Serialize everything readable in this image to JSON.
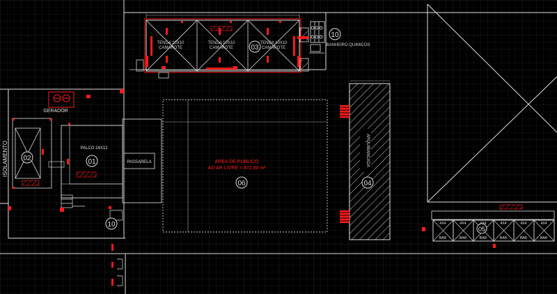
{
  "labels": {
    "tenda_left_1": "TENDA 10X10",
    "tenda_left_2": "CAMAROTE",
    "tenda_mid_1": "TENDA 10X10",
    "tenda_mid_2": "CAMAROTE",
    "tenda_right_1": "TENDA 10X10",
    "tenda_right_2": "CAMAROTE",
    "banheiro": "BANHEIRO QUIMICOS",
    "gerador": "GERADOR",
    "palco": "PALCO 14X12",
    "passarela": "PASSARELA",
    "isolamento": "ISOLAMENTO",
    "arquibancada": "ARQUIBANCADA",
    "area_1": "AREA DE PUBLICO",
    "area_2": "AO AR LIVRE = 872,80 m²",
    "bar_label": "BAR",
    "bar_size": "4X4"
  },
  "markers": {
    "m01": "01",
    "m02": "02",
    "m03": "03",
    "m04": "04",
    "m05": "05",
    "m06": "06",
    "m10_top": "10",
    "m10_bottom": "10"
  },
  "colors": {
    "background": "#000000",
    "grid": "#1c1c1c",
    "line_white": "#e8e8e8",
    "line_red": "#ff1a1a",
    "line_gray": "#8a8a8a"
  }
}
